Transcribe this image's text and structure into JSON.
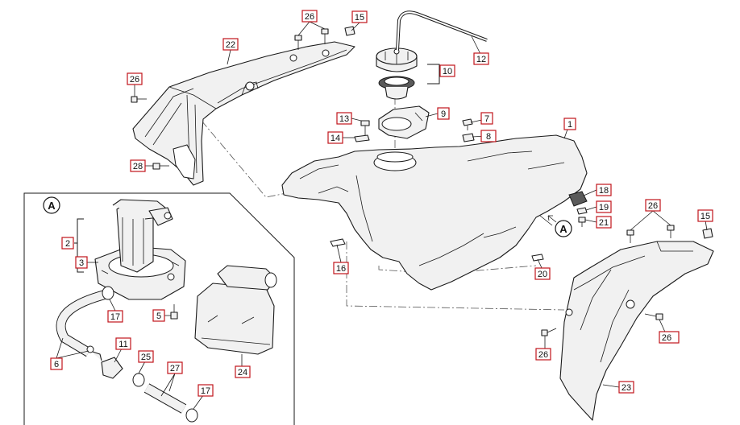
{
  "diagram": {
    "view_labels": {
      "detail_a": "A",
      "arrow_a": "A"
    },
    "callouts": {
      "c1": "1",
      "c2": "2",
      "c3": "3",
      "c5": "5",
      "c6": "6",
      "c7": "7",
      "c8": "8",
      "c9": "9",
      "c10": "10",
      "c11": "11",
      "c12": "12",
      "c13": "13",
      "c14": "14",
      "c15a": "15",
      "c15b": "15",
      "c16": "16",
      "c17a": "17",
      "c17b": "17",
      "c18": "18",
      "c19": "19",
      "c20": "20",
      "c21": "21",
      "c22": "22",
      "c23": "23",
      "c24": "24",
      "c25": "25",
      "c26a": "26",
      "c26b": "26",
      "c26c": "26",
      "c26d": "26",
      "c26e": "26",
      "c27": "27",
      "c28": "28"
    }
  }
}
